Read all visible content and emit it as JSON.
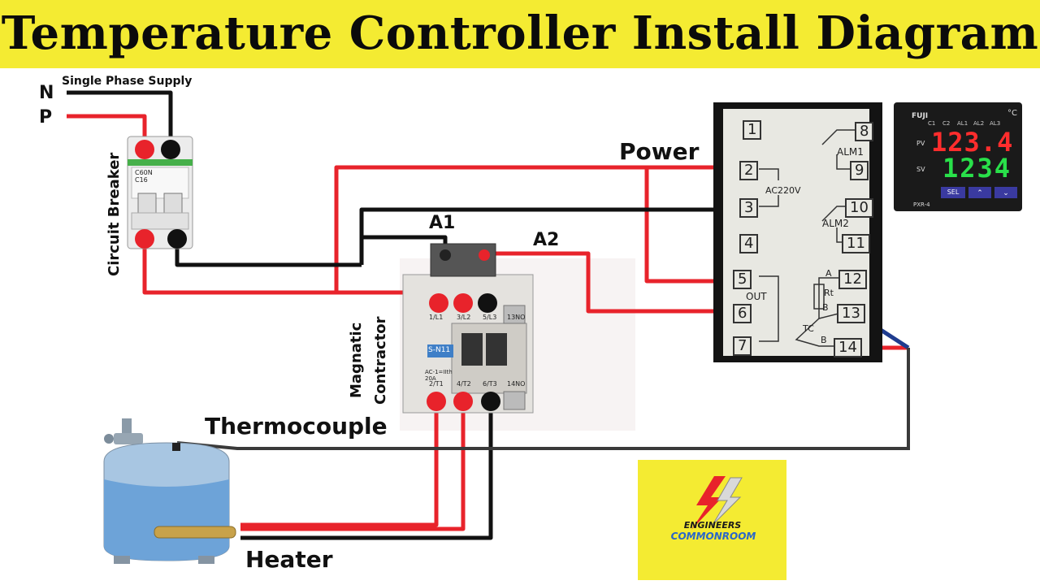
{
  "title": "Temperature Controller Install Diagram",
  "supply": {
    "n": "N",
    "p": "P",
    "label": "Single Phase Supply"
  },
  "breaker": {
    "label": "Circuit Breaker",
    "model": "C60N",
    "rating": "C16"
  },
  "contactor": {
    "label_line1": "Magnatic",
    "label_line2": "Contractor",
    "a1": "A1",
    "a2": "A2",
    "model": "S-N11",
    "top_terms": [
      "1/L1",
      "3/L2",
      "5/L3",
      "13NO"
    ],
    "bottom_terms": [
      "2/T1",
      "4/T2",
      "6/T3",
      "14NO"
    ],
    "rating": "AC-1=IIth 20A"
  },
  "power_label": "Power",
  "thermocouple_label": "Thermocouple",
  "heater_label": "Heater",
  "terminals": {
    "t1": "1",
    "t2": "2",
    "t3": "3",
    "t4": "4",
    "t5": "5",
    "t6": "6",
    "t7": "7",
    "t8": "8",
    "t9": "9",
    "t10": "10",
    "t11": "11",
    "t12": "12",
    "t13": "13",
    "t14": "14",
    "ac220v": "AC220V",
    "alm1": "ALM1",
    "alm2": "ALM2",
    "out": "OUT",
    "rt": "Rt",
    "tc": "TC",
    "a": "A",
    "b1": "B",
    "b2": "B"
  },
  "controller": {
    "brand": "FUJI",
    "unit": "°C",
    "indicators": [
      "C1",
      "C2",
      "AL1",
      "AL2",
      "AL3"
    ],
    "pv_label": "PV",
    "pv": "123.4",
    "sv_label": "SV",
    "sv": "1234",
    "sel": "SEL",
    "model": "PXR-4"
  },
  "logo": {
    "line1": "ENGINEERS",
    "line2": "COMMONROOM"
  },
  "colors": {
    "banner": "#f4eb32",
    "red_wire": "#e8232b",
    "black_wire": "#111111",
    "blue_wire": "#1f3c8f",
    "gray_wire": "#3a3a3a"
  }
}
